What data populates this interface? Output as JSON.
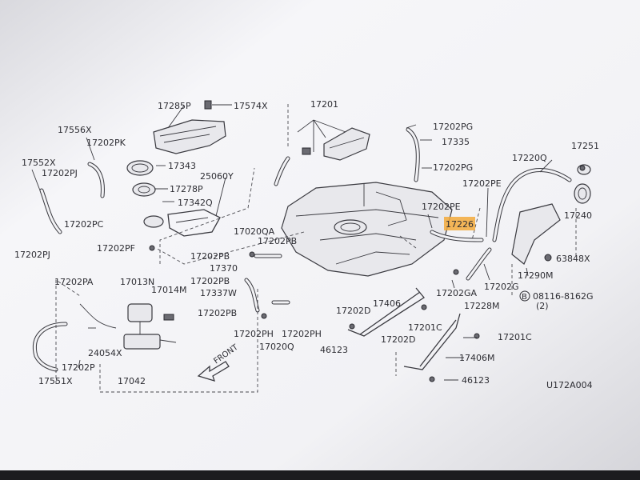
{
  "diagram": {
    "code": "U172A004",
    "front_label": "FRONT",
    "highlight_color": "#f2a93b",
    "paper_color": "#f4f4f7",
    "ink_color": "#2d2d33",
    "parts": {
      "p17285P": "17285P",
      "p17574X": "17574X",
      "p17201": "17201",
      "p17202PG_top": "17202PG",
      "p17335": "17335",
      "p17202PG_mid": "17202PG",
      "p17220Q": "17220Q",
      "p17251": "17251",
      "p17556X": "17556X",
      "p17202PK": "17202PK",
      "p17343": "17343",
      "p17552X": "17552X",
      "p17202PJ_top": "17202PJ",
      "p17278P": "17278P",
      "p25060Y": "25060Y",
      "p17342Q": "17342Q",
      "p17202PE_right": "17202PE",
      "p17202PE_left": "17202PE",
      "p17226": "17226",
      "p17240": "17240",
      "p17202PC": "17202PC",
      "p17202PJ_bottom": "17202PJ",
      "p17202PF": "17202PF",
      "p17020QA": "17020QA",
      "p17202PB_a": "17202PB",
      "p17202PB_b": "17202PB",
      "p17370": "17370",
      "p63848X": "63848X",
      "p17290M": "17290M",
      "p17202G": "17202G",
      "p08116": "08116-8162G",
      "p08116_qty": "(2)",
      "p17202PA": "17202PA",
      "p17013N": "17013N",
      "p17014M": "17014M",
      "p17202PB_c": "17202PB",
      "p17337W": "17337W",
      "p17202PB_d": "17202PB",
      "p17202GA": "17202GA",
      "p17228M": "17228M",
      "p17202D_top": "17202D",
      "p17406": "17406",
      "p17201C_a": "17201C",
      "p17201C_b": "17201C",
      "p17202PH_a": "17202PH",
      "p17202PH_b": "17202PH",
      "p24054X": "24054X",
      "p17202P": "17202P",
      "p17020Q": "17020Q",
      "p46123_a": "46123",
      "p17202D_bottom": "17202D",
      "p17406M": "17406M",
      "p46123_b": "46123",
      "p17551X": "17551X",
      "p17042": "17042"
    }
  }
}
